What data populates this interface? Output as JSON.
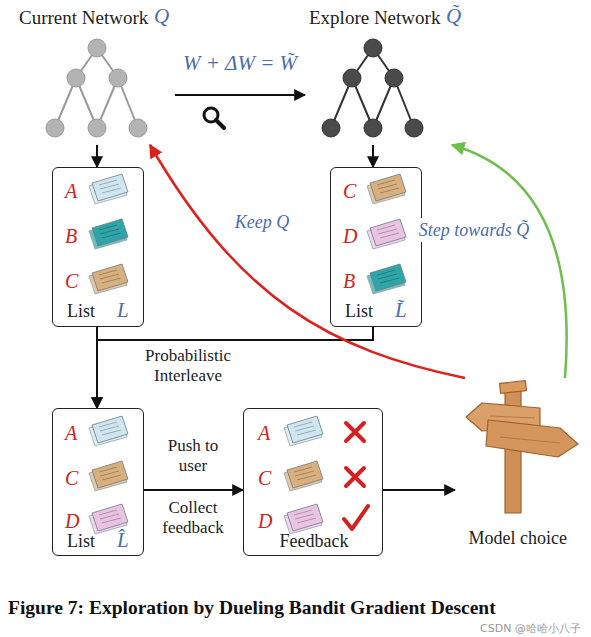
{
  "diagram": {
    "caption": "Figure 7: Exploration by Dueling Bandit Gradient Descent",
    "nodes": [
      {
        "text": [
          "Current Network",
          "Q"
        ]
      },
      {
        "text": [
          "Explore Network",
          "Q̃"
        ]
      },
      {
        "text": [
          "A",
          "B",
          "C",
          "List",
          "L"
        ]
      },
      {
        "text": [
          "C",
          "D",
          "B",
          "List",
          "L̃"
        ]
      },
      {
        "text": [
          "A",
          "C",
          "D",
          "List",
          "L̂"
        ]
      },
      {
        "text": [
          "A",
          "C",
          "D",
          "Feedback"
        ]
      },
      {
        "text": [
          "Model choice"
        ]
      }
    ],
    "edges": [
      {
        "from": 0,
        "to": 1,
        "arrow": "to",
        "label": "W + ΔW = W̃"
      },
      {
        "from": 0,
        "to": 2,
        "arrow": "to"
      },
      {
        "from": 1,
        "to": 3,
        "arrow": "to"
      },
      {
        "from": 2,
        "to": 4,
        "arrow": "to"
      },
      {
        "from": 3,
        "to": 4,
        "arrow": "to",
        "label": "Probabilistic Interleave"
      },
      {
        "from": 4,
        "to": 5,
        "arrow": "to",
        "label": "Push to user"
      },
      {
        "from": 5,
        "to": 6,
        "arrow": "to"
      },
      {
        "from": 6,
        "to": 0,
        "arrow": "to",
        "label": "Keep Q"
      },
      {
        "from": 6,
        "to": 1,
        "arrow": "to",
        "label": "Step towards Q̃"
      }
    ],
    "labels": [
      "Collect feedback",
      "CSDN @哈哈小八子"
    ]
  }
}
